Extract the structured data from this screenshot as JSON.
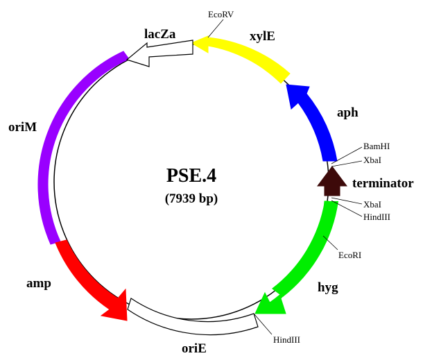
{
  "plasmid": {
    "name": "PSE.4",
    "size": "(7939 bp)"
  },
  "features": [
    {
      "id": "lacZa",
      "label": "lacZa",
      "color": "#ffffff",
      "type": "arrow"
    },
    {
      "id": "xylE",
      "label": "xylE",
      "color": "#ffff00",
      "type": "arrow"
    },
    {
      "id": "aph",
      "label": "aph",
      "color": "#0000ff",
      "type": "arrow"
    },
    {
      "id": "terminator",
      "label": "terminator",
      "color": "#3d0a0a",
      "type": "block-arrow"
    },
    {
      "id": "hyg",
      "label": "hyg",
      "color": "#00ee00",
      "type": "arrow"
    },
    {
      "id": "oriE",
      "label": "oriE",
      "color": "#ffffff",
      "type": "box"
    },
    {
      "id": "amp",
      "label": "amp",
      "color": "#ff0000",
      "type": "arrow"
    },
    {
      "id": "oriM",
      "label": "oriM",
      "color": "#9900ff",
      "type": "band"
    }
  ],
  "sites": [
    {
      "id": "ecorv",
      "label": "EcoRV"
    },
    {
      "id": "bamhi",
      "label": "BamHI"
    },
    {
      "id": "xbai-1",
      "label": "XbaI"
    },
    {
      "id": "xbai-2",
      "label": "XbaI"
    },
    {
      "id": "hindiii-1",
      "label": "HindIII"
    },
    {
      "id": "ecori",
      "label": "EcoRI"
    },
    {
      "id": "hindiii-2",
      "label": "HindIII"
    }
  ]
}
